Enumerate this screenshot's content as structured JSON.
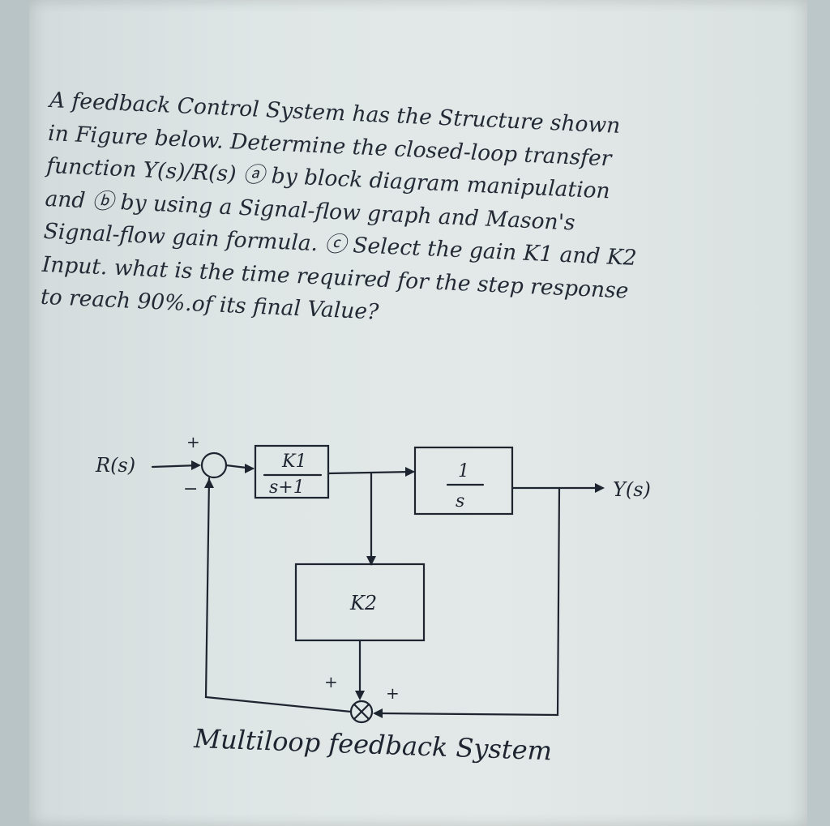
{
  "problem": {
    "lines": [
      "A feedback Control System has the Structure shown",
      "in Figure below. Determine the closed-loop transfer",
      "function Y(s)/R(s) ⓐ by block diagram manipulation",
      "and ⓑ by using a Signal-flow graph and Mason's",
      "Signal-flow gain formula. ⓒ Select the gain K1 and K2",
      "Input. what is the time required for the step response",
      "to reach 90%.of its final Value?"
    ]
  },
  "diagram": {
    "input_label": "R(s)",
    "output_label": "Y(s)",
    "sum1_plus": "+",
    "sum1_minus": "−",
    "block1_num": "K1",
    "block1_den": "s+1",
    "block2_num": "1",
    "block2_den": "s",
    "block3_label": "K2",
    "sum2_left_sign": "+",
    "sum2_right_sign": "+"
  },
  "caption": "Multiloop feedback System"
}
